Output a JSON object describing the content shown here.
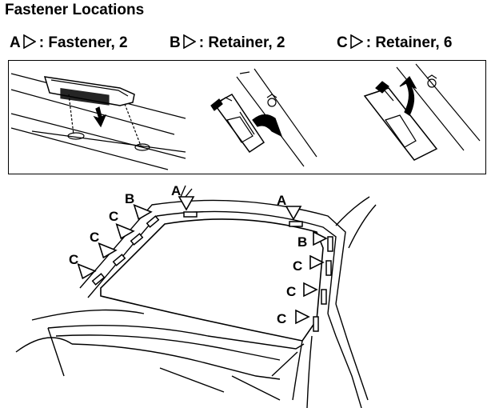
{
  "title": "Fastener Locations",
  "legend": [
    {
      "letter": "A",
      "text": ": Fastener, 2"
    },
    {
      "letter": "B",
      "text": ": Retainer, 2"
    },
    {
      "letter": "C",
      "text": ": Retainer, 6"
    }
  ],
  "callouts": {
    "a": "A",
    "b": "B",
    "c": "C"
  }
}
